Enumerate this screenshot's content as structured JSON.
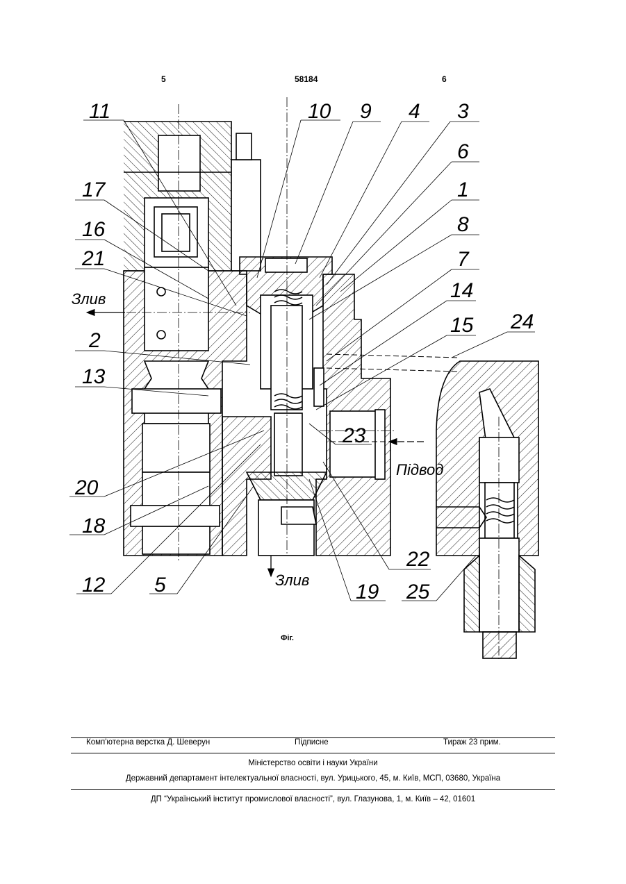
{
  "header": {
    "page_left": "5",
    "patent_number": "58184",
    "page_right": "6"
  },
  "figure": {
    "caption": "Фіг.",
    "callouts": [
      "11",
      "10",
      "9",
      "4",
      "3",
      "6",
      "1",
      "8",
      "7",
      "14",
      "15",
      "24",
      "17",
      "16",
      "21",
      "2",
      "13",
      "23",
      "20",
      "18",
      "22",
      "12",
      "5",
      "19",
      "25"
    ],
    "labels": {
      "drain_top": "Злив",
      "supply": "Підвод",
      "drain_bottom": "Злив"
    }
  },
  "footer": {
    "layout_credit": "Комп'ютерна верстка Д. Шеверун",
    "signed": "Підписне",
    "circulation": "Тираж 23 прим.",
    "ministry": "Міністерство освіти і науки України",
    "department": "Державний департамент інтелектуальної власності, вул. Урицького, 45, м. Київ, МСП, 03680, Україна",
    "institute": "ДП “Український інститут промислової власності”, вул. Глазунова, 1, м. Київ – 42, 01601"
  }
}
